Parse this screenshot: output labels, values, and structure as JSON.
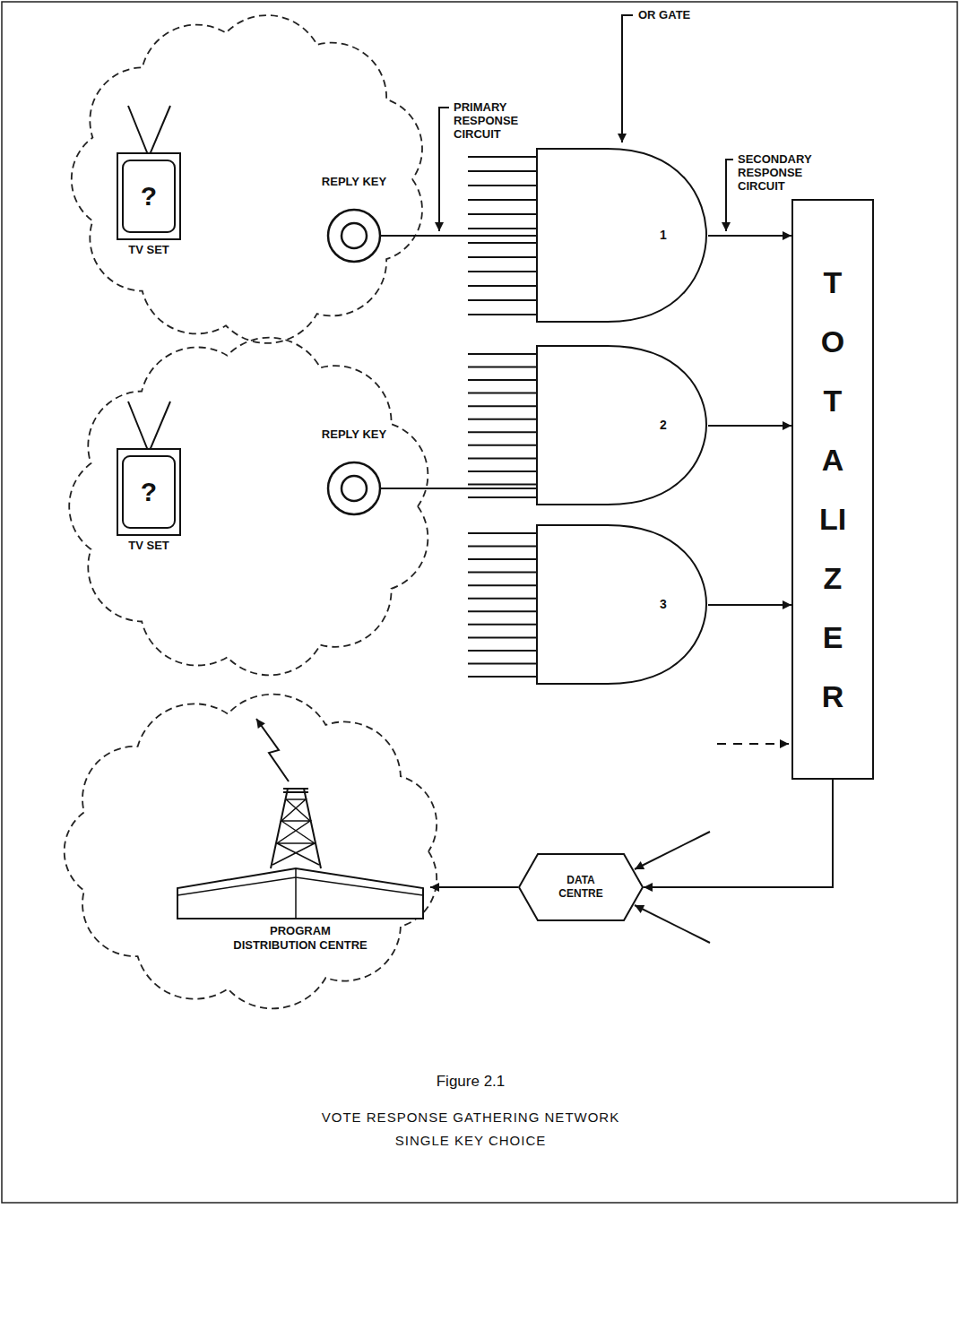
{
  "diagram": {
    "caption": "Figure 2.1",
    "nodes": [
      {
        "text": [
          "?",
          "TV SET"
        ]
      },
      {
        "text": [
          "REPLY KEY"
        ]
      },
      {
        "text": [
          "?",
          "TV SET"
        ]
      },
      {
        "text": [
          "REPLY KEY"
        ]
      },
      {
        "text": [
          "1"
        ]
      },
      {
        "text": [
          "2"
        ]
      },
      {
        "text": [
          "3"
        ]
      },
      {
        "text": [
          "TOTALIZER"
        ]
      },
      {
        "text": [
          "DATA CENTRE"
        ]
      },
      {
        "text": [
          "PROGRAM DISTRIBUTION CENTRE"
        ]
      }
    ],
    "edges": [
      {
        "from": 1,
        "to": 4,
        "arrow": "none"
      },
      {
        "from": 3,
        "to": 5,
        "arrow": "none"
      },
      {
        "from": 4,
        "to": 7,
        "arrow": "to"
      },
      {
        "from": 5,
        "to": 7,
        "arrow": "to"
      },
      {
        "from": 6,
        "to": 7,
        "arrow": "to"
      },
      {
        "from": 7,
        "to": 8,
        "arrow": "to"
      },
      {
        "from": 8,
        "to": 9,
        "arrow": "to"
      }
    ],
    "labels": [
      "OR GATE",
      "PRIMARY RESPONSE CIRCUIT",
      "SECONDARY RESPONSE CIRCUIT",
      "VOTE RESPONSE GATHERING NETWORK SINGLE KEY CHOICE"
    ]
  }
}
